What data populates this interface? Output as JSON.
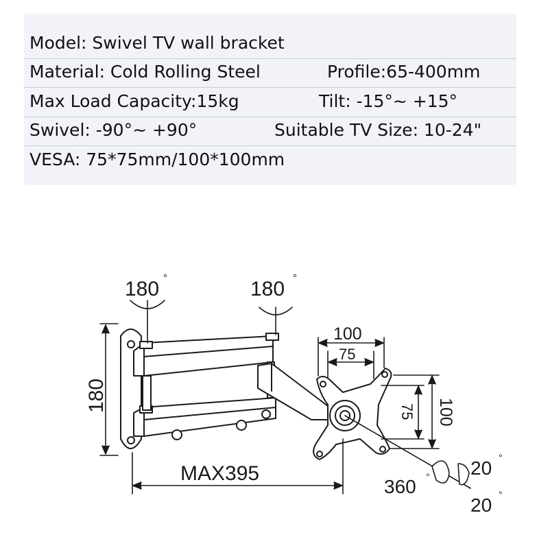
{
  "specs": {
    "model": "Model: Swivel TV wall bracket",
    "material": "Material: Cold Rolling Steel",
    "profile": "Profile:65-400mm",
    "max_load": "Max Load Capacity:15kg",
    "tilt": "Tilt: -15°~ +15°",
    "swivel": "Swivel: -90°~ +90°",
    "tv_size": "Suitable TV Size: 10-24\"",
    "vesa": "VESA: 75*75mm/100*100mm"
  },
  "diagram": {
    "rotation_left": "180",
    "rotation_right": "180",
    "degree_symbol": "°",
    "height_dim": "180",
    "reach_dim": "MAX395",
    "vesa_outer_h": "100",
    "vesa_inner_h": "75",
    "vesa_outer_v": "100",
    "vesa_inner_v": "75",
    "rotation_plate": "360",
    "tilt_up": "20",
    "tilt_down": "20"
  },
  "colors": {
    "line": "#1a1a1a",
    "panel_background": "#f1f3f9"
  }
}
